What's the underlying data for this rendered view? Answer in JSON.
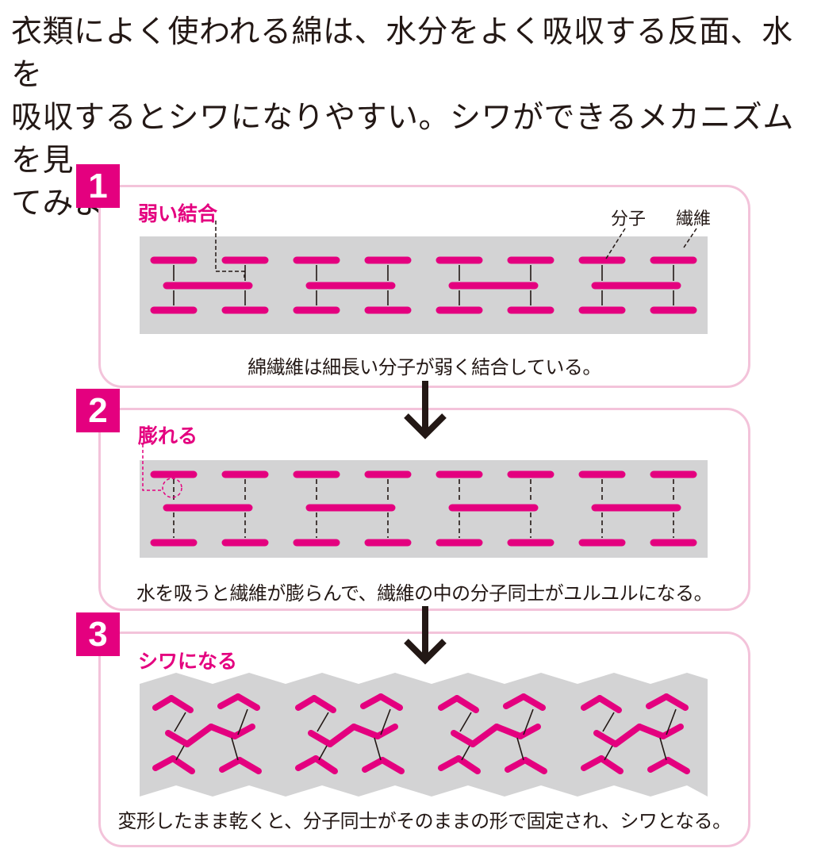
{
  "intro": {
    "line1": "衣類によく使われる綿は、水分をよく吸収する反面、水を",
    "line2": "吸収するとシワになりやすい。シワができるメカニズムを見",
    "line3": "てみよう。"
  },
  "steps": [
    {
      "number": "1",
      "label": "弱い結合",
      "caption": "綿繊維は細長い分子が弱く結合している。",
      "annotations": {
        "molecule": "分子",
        "fiber": "繊維"
      }
    },
    {
      "number": "2",
      "label": "膨れる",
      "caption": "水を吸うと繊維が膨らんで、繊維の中の分子同士がユルユルになる。"
    },
    {
      "number": "3",
      "label": "シワになる",
      "caption": "変形したまま乾くと、分子同士がそのままの形で固定され、シワとなる。"
    }
  ],
  "colors": {
    "accent": "#e4007f",
    "panel_border": "#f3c3da",
    "band": "#d3d3d4",
    "text": "#231815"
  }
}
